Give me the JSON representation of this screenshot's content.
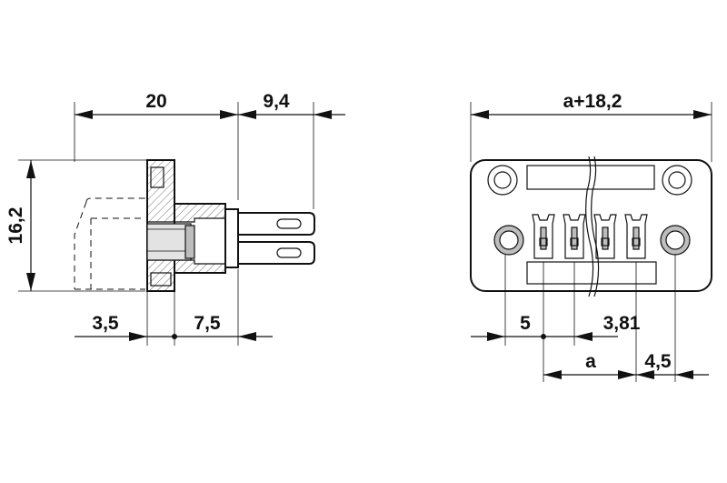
{
  "side_view": {
    "dim_width": "20",
    "dim_pin_length": "9,4",
    "dim_height": "16,2",
    "dim_left_offset": "3,5",
    "dim_right_offset": "7,5"
  },
  "front_view": {
    "dim_total_width": "a+18,2",
    "dim_left": "5",
    "dim_pitch": "3,81",
    "dim_a": "a",
    "dim_right": "4,5"
  }
}
